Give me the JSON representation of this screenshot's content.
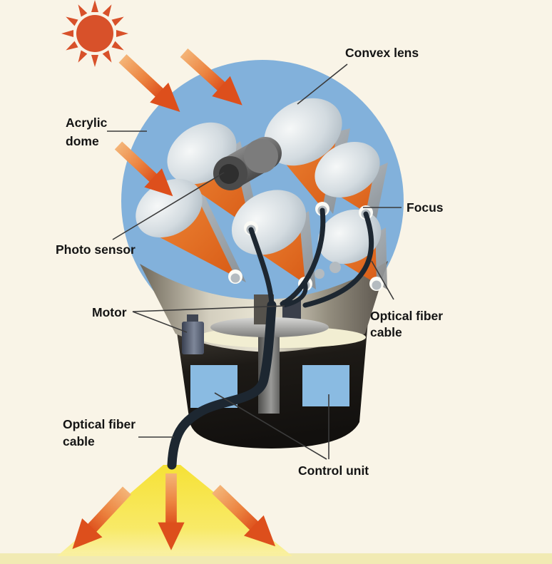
{
  "labels": {
    "convex_lens": "Convex lens",
    "acrylic_dome": {
      "line1": "Acrylic",
      "line2": "dome"
    },
    "focus": "Focus",
    "photo_sensor": "Photo sensor",
    "motor": "Motor",
    "optical_fiber_cable_right": {
      "line1": "Optical fiber",
      "line2": "cable"
    },
    "optical_fiber_cable_left": {
      "line1": "Optical fiber",
      "line2": "cable"
    },
    "control_unit": "Control unit"
  },
  "icons": {
    "sun": "sun-icon",
    "sunlight_arrow": "arrow-down-right-icon",
    "light_output_arrow": "arrow-spread-down-icon"
  },
  "colors": {
    "background": "#f9f4e7",
    "sun_orange_red": "#d8512a",
    "arrow_tail": "#f4b477",
    "arrow_head": "#e05a1d",
    "dome_blue": "#82b1db",
    "cone_orange": "#e8732a",
    "lens_gray": "#c7d0d6",
    "bowl_gray": "#938d7e",
    "base_dark": "#17150f",
    "control_panel_blue": "#8abbe2",
    "cable_dark": "#1d2731",
    "beam_yellow": "#f8e339",
    "label_text": "#141414"
  }
}
